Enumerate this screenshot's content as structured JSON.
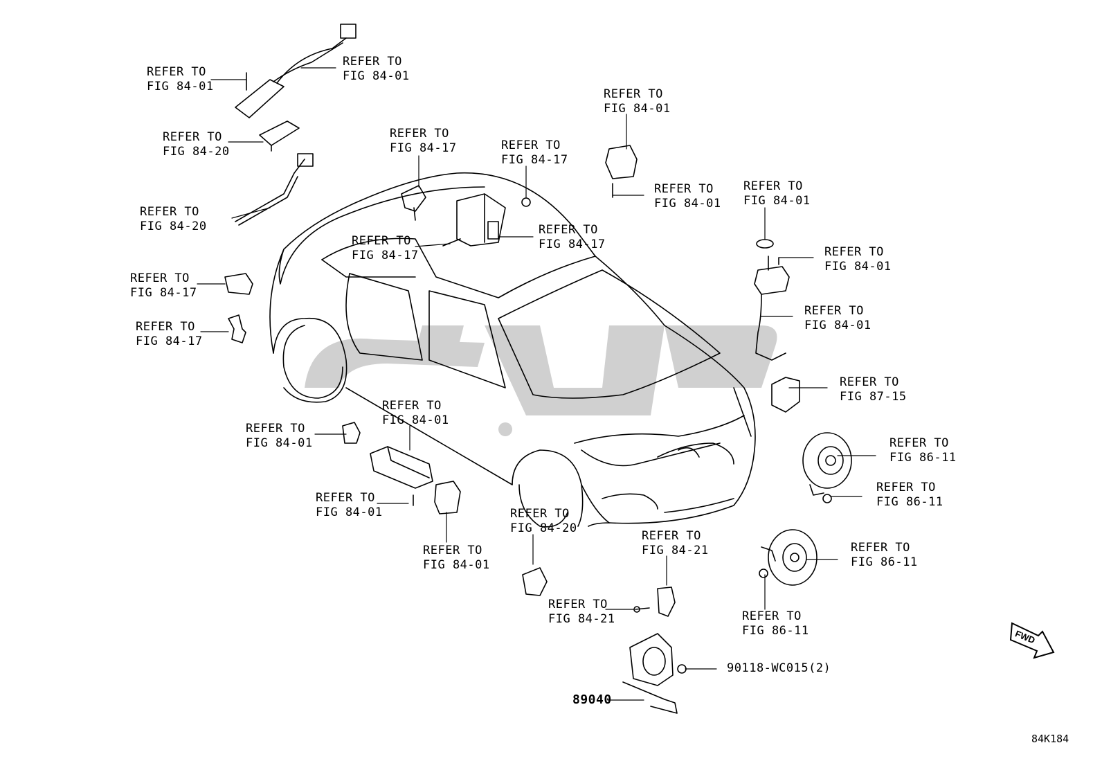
{
  "diagram": {
    "code": "84K184",
    "fwd_label": "FWD",
    "watermark": "کامپارتز",
    "refer_labels": [
      {
        "l1": "REFER TO",
        "l2": "FIG 84-01"
      },
      {
        "l1": "REFER TO",
        "l2": "FIG 84-01"
      },
      {
        "l1": "REFER TO",
        "l2": "FIG 84-20"
      },
      {
        "l1": "REFER TO",
        "l2": "FIG 84-20"
      },
      {
        "l1": "REFER TO",
        "l2": "FIG 84-17"
      },
      {
        "l1": "REFER TO",
        "l2": "FIG 84-17"
      },
      {
        "l1": "REFER TO",
        "l2": "FIG 84-17"
      },
      {
        "l1": "REFER TO",
        "l2": "FIG 84-17"
      },
      {
        "l1": "REFER TO",
        "l2": "FIG 84-17"
      },
      {
        "l1": "REFER TO",
        "l2": "FIG 84-17"
      },
      {
        "l1": "REFER TO",
        "l2": "FIG 84-01"
      },
      {
        "l1": "REFER TO",
        "l2": "FIG 84-01"
      },
      {
        "l1": "REFER TO",
        "l2": "FIG 84-01"
      },
      {
        "l1": "REFER TO",
        "l2": "FIG 84-01"
      },
      {
        "l1": "REFER TO",
        "l2": "FIG 84-01"
      },
      {
        "l1": "REFER TO",
        "l2": "FIG 87-15"
      },
      {
        "l1": "REFER TO",
        "l2": "FIG 86-11"
      },
      {
        "l1": "REFER TO",
        "l2": "FIG 86-11"
      },
      {
        "l1": "REFER TO",
        "l2": "FIG 86-11"
      },
      {
        "l1": "REFER TO",
        "l2": "FIG 86-11"
      },
      {
        "l1": "REFER TO",
        "l2": "FIG 84-01"
      },
      {
        "l1": "REFER TO",
        "l2": "FIG 84-01"
      },
      {
        "l1": "REFER TO",
        "l2": "FIG 84-01"
      },
      {
        "l1": "REFER TO",
        "l2": "FIG 84-01"
      },
      {
        "l1": "REFER TO",
        "l2": "FIG 84-20"
      },
      {
        "l1": "REFER TO",
        "l2": "FIG 84-21"
      },
      {
        "l1": "REFER TO",
        "l2": "FIG 84-21"
      }
    ],
    "part_main": "89040",
    "part_bolt": "90118-WC015(2)"
  }
}
